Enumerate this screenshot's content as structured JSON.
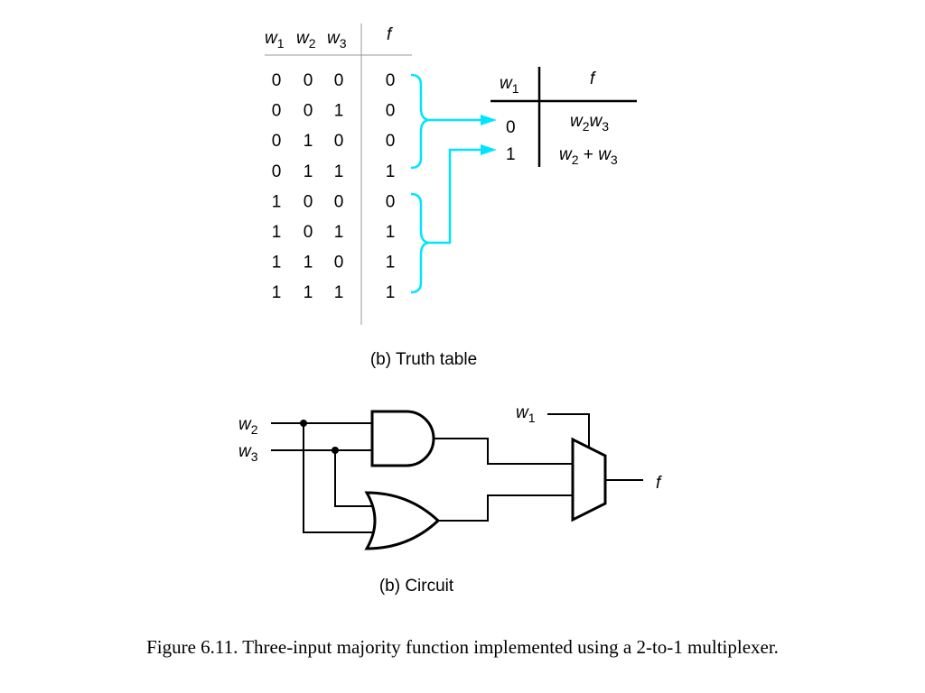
{
  "truth_table": {
    "headers": [
      "w1",
      "w2",
      "w3",
      "f"
    ],
    "rows": [
      {
        "w1": "0",
        "w2": "0",
        "w3": "0",
        "f": "0"
      },
      {
        "w1": "0",
        "w2": "0",
        "w3": "1",
        "f": "0"
      },
      {
        "w1": "0",
        "w2": "1",
        "w3": "0",
        "f": "0"
      },
      {
        "w1": "0",
        "w2": "1",
        "w3": "1",
        "f": "1"
      },
      {
        "w1": "1",
        "w2": "0",
        "w3": "0",
        "f": "0"
      },
      {
        "w1": "1",
        "w2": "0",
        "w3": "1",
        "f": "1"
      },
      {
        "w1": "1",
        "w2": "1",
        "w3": "0",
        "f": "1"
      },
      {
        "w1": "1",
        "w2": "1",
        "w3": "1",
        "f": "1"
      }
    ],
    "caption": "(b) Truth table"
  },
  "compact_table": {
    "headers": [
      "w1",
      "f"
    ],
    "rows": [
      {
        "w1": "0",
        "f": "w2w3"
      },
      {
        "w1": "1",
        "f": "w2 + w3"
      }
    ]
  },
  "circuit": {
    "inputs": [
      "w2",
      "w3"
    ],
    "select": "w1",
    "output": "f",
    "gates": [
      "AND",
      "OR"
    ],
    "mux": "2-to-1 multiplexer",
    "caption": "(b) Circuit"
  },
  "colors": {
    "bracket": "#00e5ff",
    "ink": "#000000"
  },
  "figure_caption": "Figure 6.11.  Three-input majority function implemented using a 2-to-1 multiplexer."
}
